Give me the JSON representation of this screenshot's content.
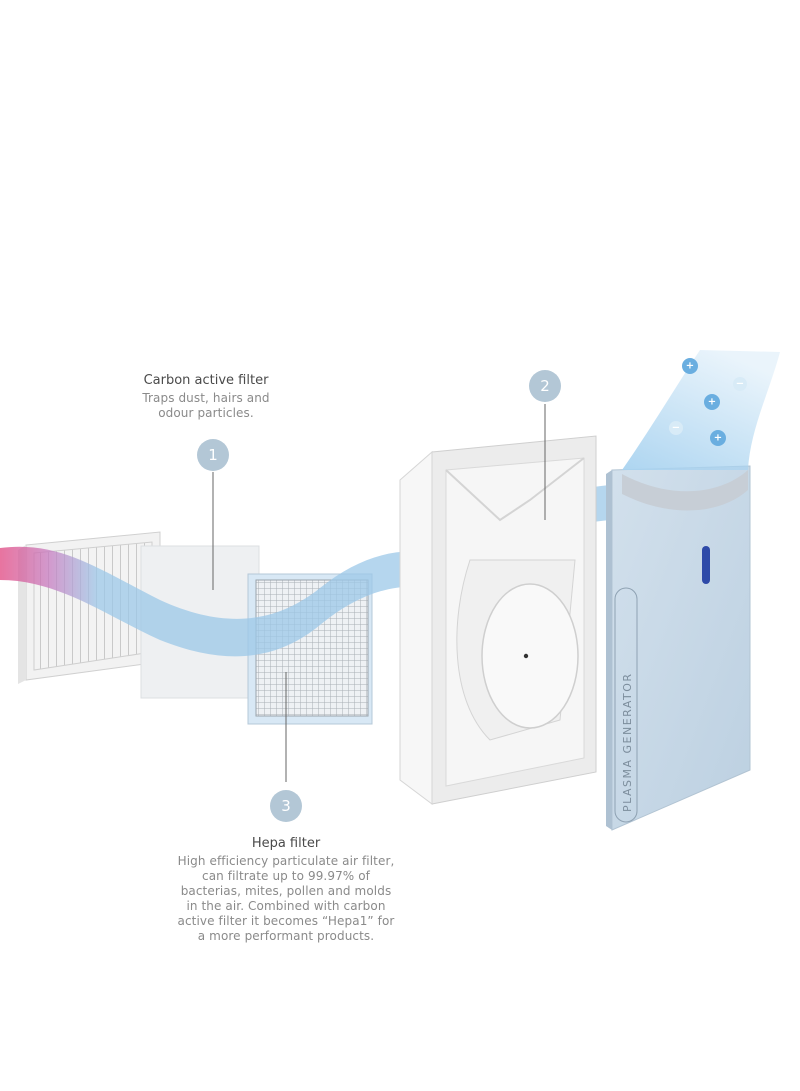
{
  "carbon_filter": {
    "number": "1",
    "title": "Carbon active filter",
    "description_lines": [
      "Traps dust, hairs and",
      "odour particles."
    ]
  },
  "fan_unit": {
    "number": "2"
  },
  "hepa_filter": {
    "number": "3",
    "title": "Hepa filter",
    "description_lines": [
      "High efficiency particulate air filter,",
      "can filtrate up to 99.97% of",
      "bacterias, mites, pollen and molds",
      "in the air. Combined with carbon",
      "active filter it becomes “Hepa1” for",
      "a more performant products."
    ]
  },
  "front_panel": {
    "label": "PLASMA GENERATOR"
  },
  "ions": {
    "positive": "+",
    "negative": "−"
  },
  "colors": {
    "badge": "#b3c7d6",
    "airflow_blue": "#9cc8e8",
    "airflow_pink": "#e0457f",
    "panel_blue": "#c9d9e8",
    "ion_blue": "#6aaee0"
  }
}
